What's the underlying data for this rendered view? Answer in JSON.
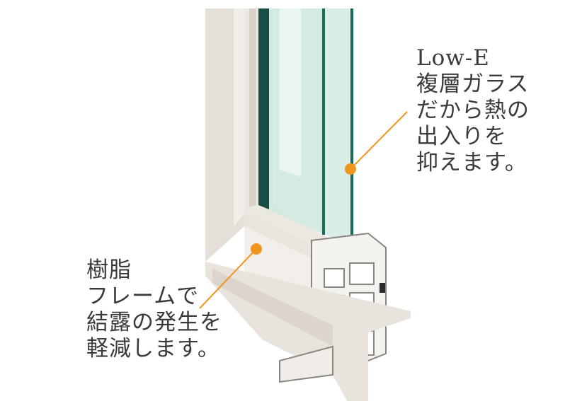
{
  "glass_callout": {
    "lines": [
      "Low-E",
      "複層ガラス",
      "だから熱の",
      "出入りを",
      "抑えます。"
    ],
    "color": "#f0961e"
  },
  "frame_callout": {
    "lines": [
      "樹脂",
      "フレームで",
      "結露の発生を",
      "軽減します。"
    ],
    "color": "#f0961e"
  },
  "colors": {
    "frame": "#ece8e2",
    "frame_shadow": "#cfc9c1",
    "glass_edge": "#1f6a5e",
    "glass_tint": "#d8eee6",
    "spacer": "#d8a93a",
    "text": "#3a3a3a"
  }
}
